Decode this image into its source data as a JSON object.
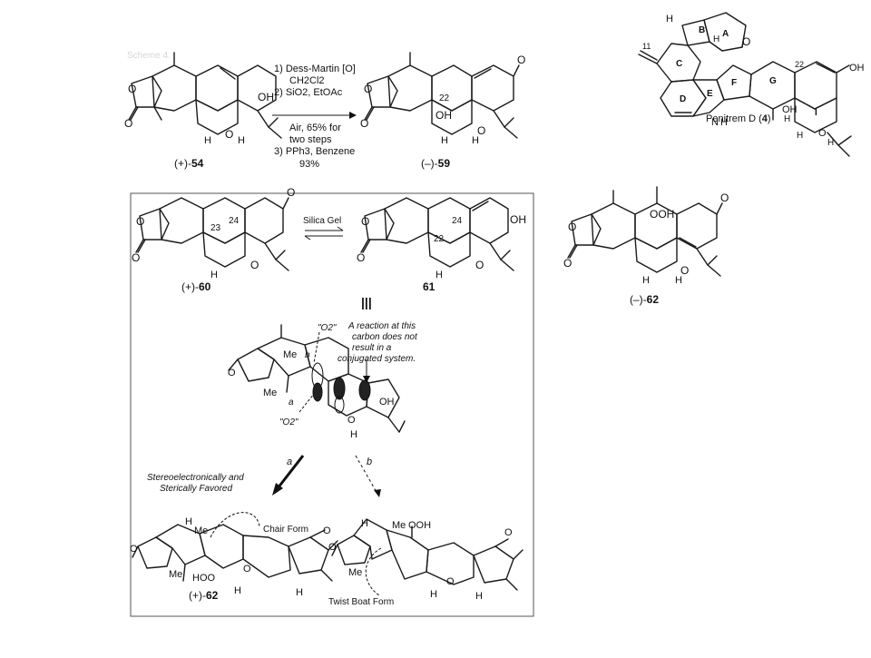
{
  "scheme_header": "Scheme 4.",
  "top_reaction": {
    "start_label_prefix": "(+)-",
    "start_number": "54",
    "product_label_prefix": "(–)-",
    "product_number": "59",
    "conditions": [
      "1) Dess-Martin [O]",
      "CH2Cl2",
      "2) SiO2, EtOAc",
      "Air, 65% for",
      "two steps",
      "3) PPh3, Benzene",
      "93%"
    ],
    "start_atoms": {
      "oh": "OH",
      "h1": "H",
      "h2": "H",
      "o_ring": "O",
      "o_lact": "O",
      "o_carbonyl": "O"
    },
    "product_atoms": {
      "c22": "22",
      "oh": "OH",
      "h1": "H",
      "h2": "H",
      "o_ring": "O",
      "o_ket": "O",
      "o_lact": "O",
      "o_carbonyl": "O"
    }
  },
  "penitrem": {
    "name": "Penitrem D (",
    "number": "4",
    "name_close": ")",
    "ring_labels": [
      "A",
      "B",
      "C",
      "D",
      "E",
      "F",
      "G",
      "I"
    ],
    "atoms": {
      "h_top": "H",
      "h_b": "H",
      "h_gap": "H",
      "c11": "11",
      "nh": "N",
      "nh_h": "H",
      "c22": "22",
      "oh_mid": "OH",
      "oh_right": "OH",
      "h_mid": "H",
      "h_b1": "H",
      "h_b2": "H",
      "o_ring": "O",
      "o_a": "O"
    }
  },
  "box": {
    "equilibrium_reagent": "Silica Gel",
    "left_label_prefix": "(+)-",
    "left_number": "60",
    "right_number": "61",
    "left_atoms": {
      "c23": "23",
      "c24": "24",
      "o_ket": "O",
      "h": "H",
      "o_ring": "O",
      "o_lact": "O",
      "o_carbonyl": "O"
    },
    "right_atoms": {
      "c22": "22",
      "c24": "24",
      "oh": "OH",
      "h": "H",
      "o_ring": "O",
      "o_lact": "O",
      "o_carbonyl": "O"
    },
    "equivalence_symbol": "|||",
    "o2_top": "\"O2\"",
    "o2_bottom": "\"O2\"",
    "path_a": "a",
    "path_b": "b",
    "note": [
      "A reaction at this",
      "carbon does not",
      "result in a",
      "conjugated system."
    ],
    "ts_atoms": {
      "me_top": "Me",
      "me_bottom": "Me",
      "oh": "OH",
      "o_ring": "O",
      "o_lact": "O",
      "h": "H"
    },
    "arrow_a": "a",
    "arrow_b": "b",
    "favored": [
      "Stereoelectronically and",
      "Sterically Favored"
    ],
    "chair_form": "Chair Form",
    "twist_boat_form": "Twist Boat Form",
    "product_left_prefix": "(+)-",
    "product_left_number": "62",
    "chair_atoms": {
      "h_top": "H",
      "me": "Me",
      "me2": "Me",
      "hoo": "HOO",
      "h": "H",
      "h2": "H",
      "o1": "O",
      "o2": "O",
      "o3": "O"
    },
    "boat_atoms": {
      "h_top": "H",
      "me": "Me",
      "me2": "Me",
      "ooh": "OOH",
      "h": "H",
      "h2": "H",
      "o1": "O",
      "o2": "O",
      "o3": "O"
    }
  },
  "right_compound": {
    "label_prefix": "(–)-",
    "number": "62",
    "atoms": {
      "ooh": "OOH",
      "o_ket": "O",
      "h1": "H",
      "h2": "H",
      "o_ring": "O",
      "o_lact": "O",
      "o_carbonyl": "O"
    }
  }
}
